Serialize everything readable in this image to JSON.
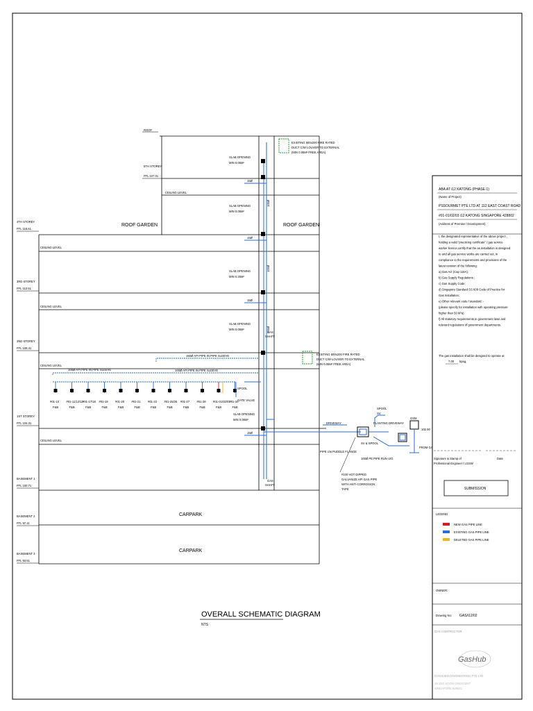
{
  "diagram": {
    "title": "OVERALL SCHEMATIC DIAGRAM",
    "scale": "NTS",
    "levels": [
      {
        "name": "ROOF",
        "ffl": ""
      },
      {
        "name": "5TH STOREY",
        "ffl": "FFL 107.01"
      },
      {
        "name": "4TH STOREY",
        "ffl": "FFL 116.61"
      },
      {
        "name": "3RD STOREY",
        "ffl": "FFL 112.51"
      },
      {
        "name": "2ND STOREY",
        "ffl": "FFL 108.41"
      },
      {
        "name": "1ST STOREY",
        "ffl": "FFL 104.31"
      },
      {
        "name": "BASEMENT 1",
        "ffl": "FFL 100.71"
      },
      {
        "name": "BASEMENT 2",
        "ffl": "FFL 97.11"
      },
      {
        "name": "BASEMENT 3",
        "ffl": "FFL 93.51"
      }
    ],
    "ceiling_level": "CEILING LEVEL",
    "roof_garden": "ROOF GARDEN",
    "carpark": "CARPARK",
    "slab_opening": "SLAB OPENING",
    "slab_opening_size": "MIN 0.05M²",
    "slab_opening_size_large": "MIN 0.25M²",
    "gas_shaft": "GAS SHAFT",
    "gas": "GAS",
    "shaft": "SHAFT",
    "pipe_15": "15Ø",
    "pipe_100": "100Ø",
    "existing_duct_lines": [
      "EXISTING 600x200 FIRE RATED",
      "DUCT C/W LOUVER TO EXTERNAL",
      "(MIN 0.05M² FREE AREA)"
    ],
    "sleeve_upper": "150Ø API PIPE IN PIPE SLEEVE",
    "sleeve_lower": "100Ø API PIPE IN PIPE SLEEVE",
    "sleeve_left": "100Ø API PIPE IN PIPE SLEEVE",
    "spool": "SPOOL",
    "gate_valve": "GATE VALVE",
    "sv": "SV",
    "sv_spool": "SV & SPOOL",
    "driveway": "DRIVEWAY",
    "planting": "PLANTING",
    "pipe_puddle": "PIPE c/w PUDDLE FLANGE",
    "pe_pipe": "100Ø PE PIPE RUN U/G",
    "gsm": "GSM",
    "from_gas_incoming": "FROM GAS INCOMING",
    "galvanize_note": [
      "#100 HOT DIPPED",
      "GALVANIZE API GAS PIPE",
      "WITH ANTI-CORROSION",
      "TAPE"
    ],
    "level_mark": "102.90",
    "units": [
      {
        "code": "#01-10",
        "type": "F&B"
      },
      {
        "code": "#01-11/12/13",
        "type": "F&B"
      },
      {
        "code": "#01-17/18",
        "type": "F&B"
      },
      {
        "code": "#01-19",
        "type": "F&B"
      },
      {
        "code": "#01-20",
        "type": "F&B"
      },
      {
        "code": "#01-21",
        "type": "F&B"
      },
      {
        "code": "#01-22",
        "type": "F&B"
      },
      {
        "code": "#01-25/26",
        "type": "F&B"
      },
      {
        "code": "#01-27",
        "type": "F&B"
      },
      {
        "code": "#01-28",
        "type": "F&B"
      },
      {
        "code": "#01-01/02/03",
        "type": "F&B"
      },
      {
        "code": "#01-34",
        "type": "F&B"
      }
    ]
  },
  "title_block": {
    "project_name": "ABA AT i12 KATONG (PHASE-1)",
    "project_label": "(Name of Project)",
    "address_line1": "PSSOURMET PTE LTD AT 112 EAST COAST ROAD",
    "address_line2": "#01-01/02/03 i12 KATONG SINGAPORE 428802",
    "address_label": "(Address of Premise / Development)",
    "declaration": [
      "I, the designated representative of the above project ,",
      "holding a valid \"practicing certificate\" / gas service",
      "worker licence,certify that the as installation is designed",
      "to and all gas service works are carried out, in",
      "compliance to the requirements and provisions of the",
      "latest revision of the following:",
      "a) Gas Act (Cap 116A);",
      "b) Gas Supply Regulations ;",
      "c) Gas Supply Code;",
      "d) Singapore Standard SS 608 Code of Practice for",
      "    Gas Installation;",
      "e) Other relevant code / standard: -",
      "    (please specify for installation with operating pressure",
      "    higher than 50 kPa)",
      "f) All statutory requirements in government laws and",
      "relevant regulations of government departments."
    ],
    "pressure_line1": "The gas installation shall be designed to operate at",
    "pressure_value": "7.00",
    "pressure_unit": "kpag.",
    "signature_label": "Signature & Stamp of",
    "signature_label2": "Professional Engineer  /  LGSW",
    "date_label": "Date",
    "submission": "SUBMISSION",
    "legend_title": "LEGEND",
    "legend": [
      {
        "label": "NEW GAS PIPE LINE",
        "color": "#e8141c"
      },
      {
        "label": "EXISTING GAS PIPE LINE",
        "color": "#2a6bd6"
      },
      {
        "label": "DELETED GAS PIPE LINE",
        "color": "#f2b418"
      }
    ],
    "owner_label": "OWNER:",
    "drawing_no_label": "Drawing No:",
    "drawing_no": "GAS/i12/02",
    "contractor_label": "GAS CONTRACTOR",
    "logo_text": "GasHub",
    "company": "GASHUBIN ENGINEERING   PTE LTD",
    "company_addr1": "18 JOO KOON CRESCENT",
    "company_addr2": "SINGAPORE 629021"
  }
}
